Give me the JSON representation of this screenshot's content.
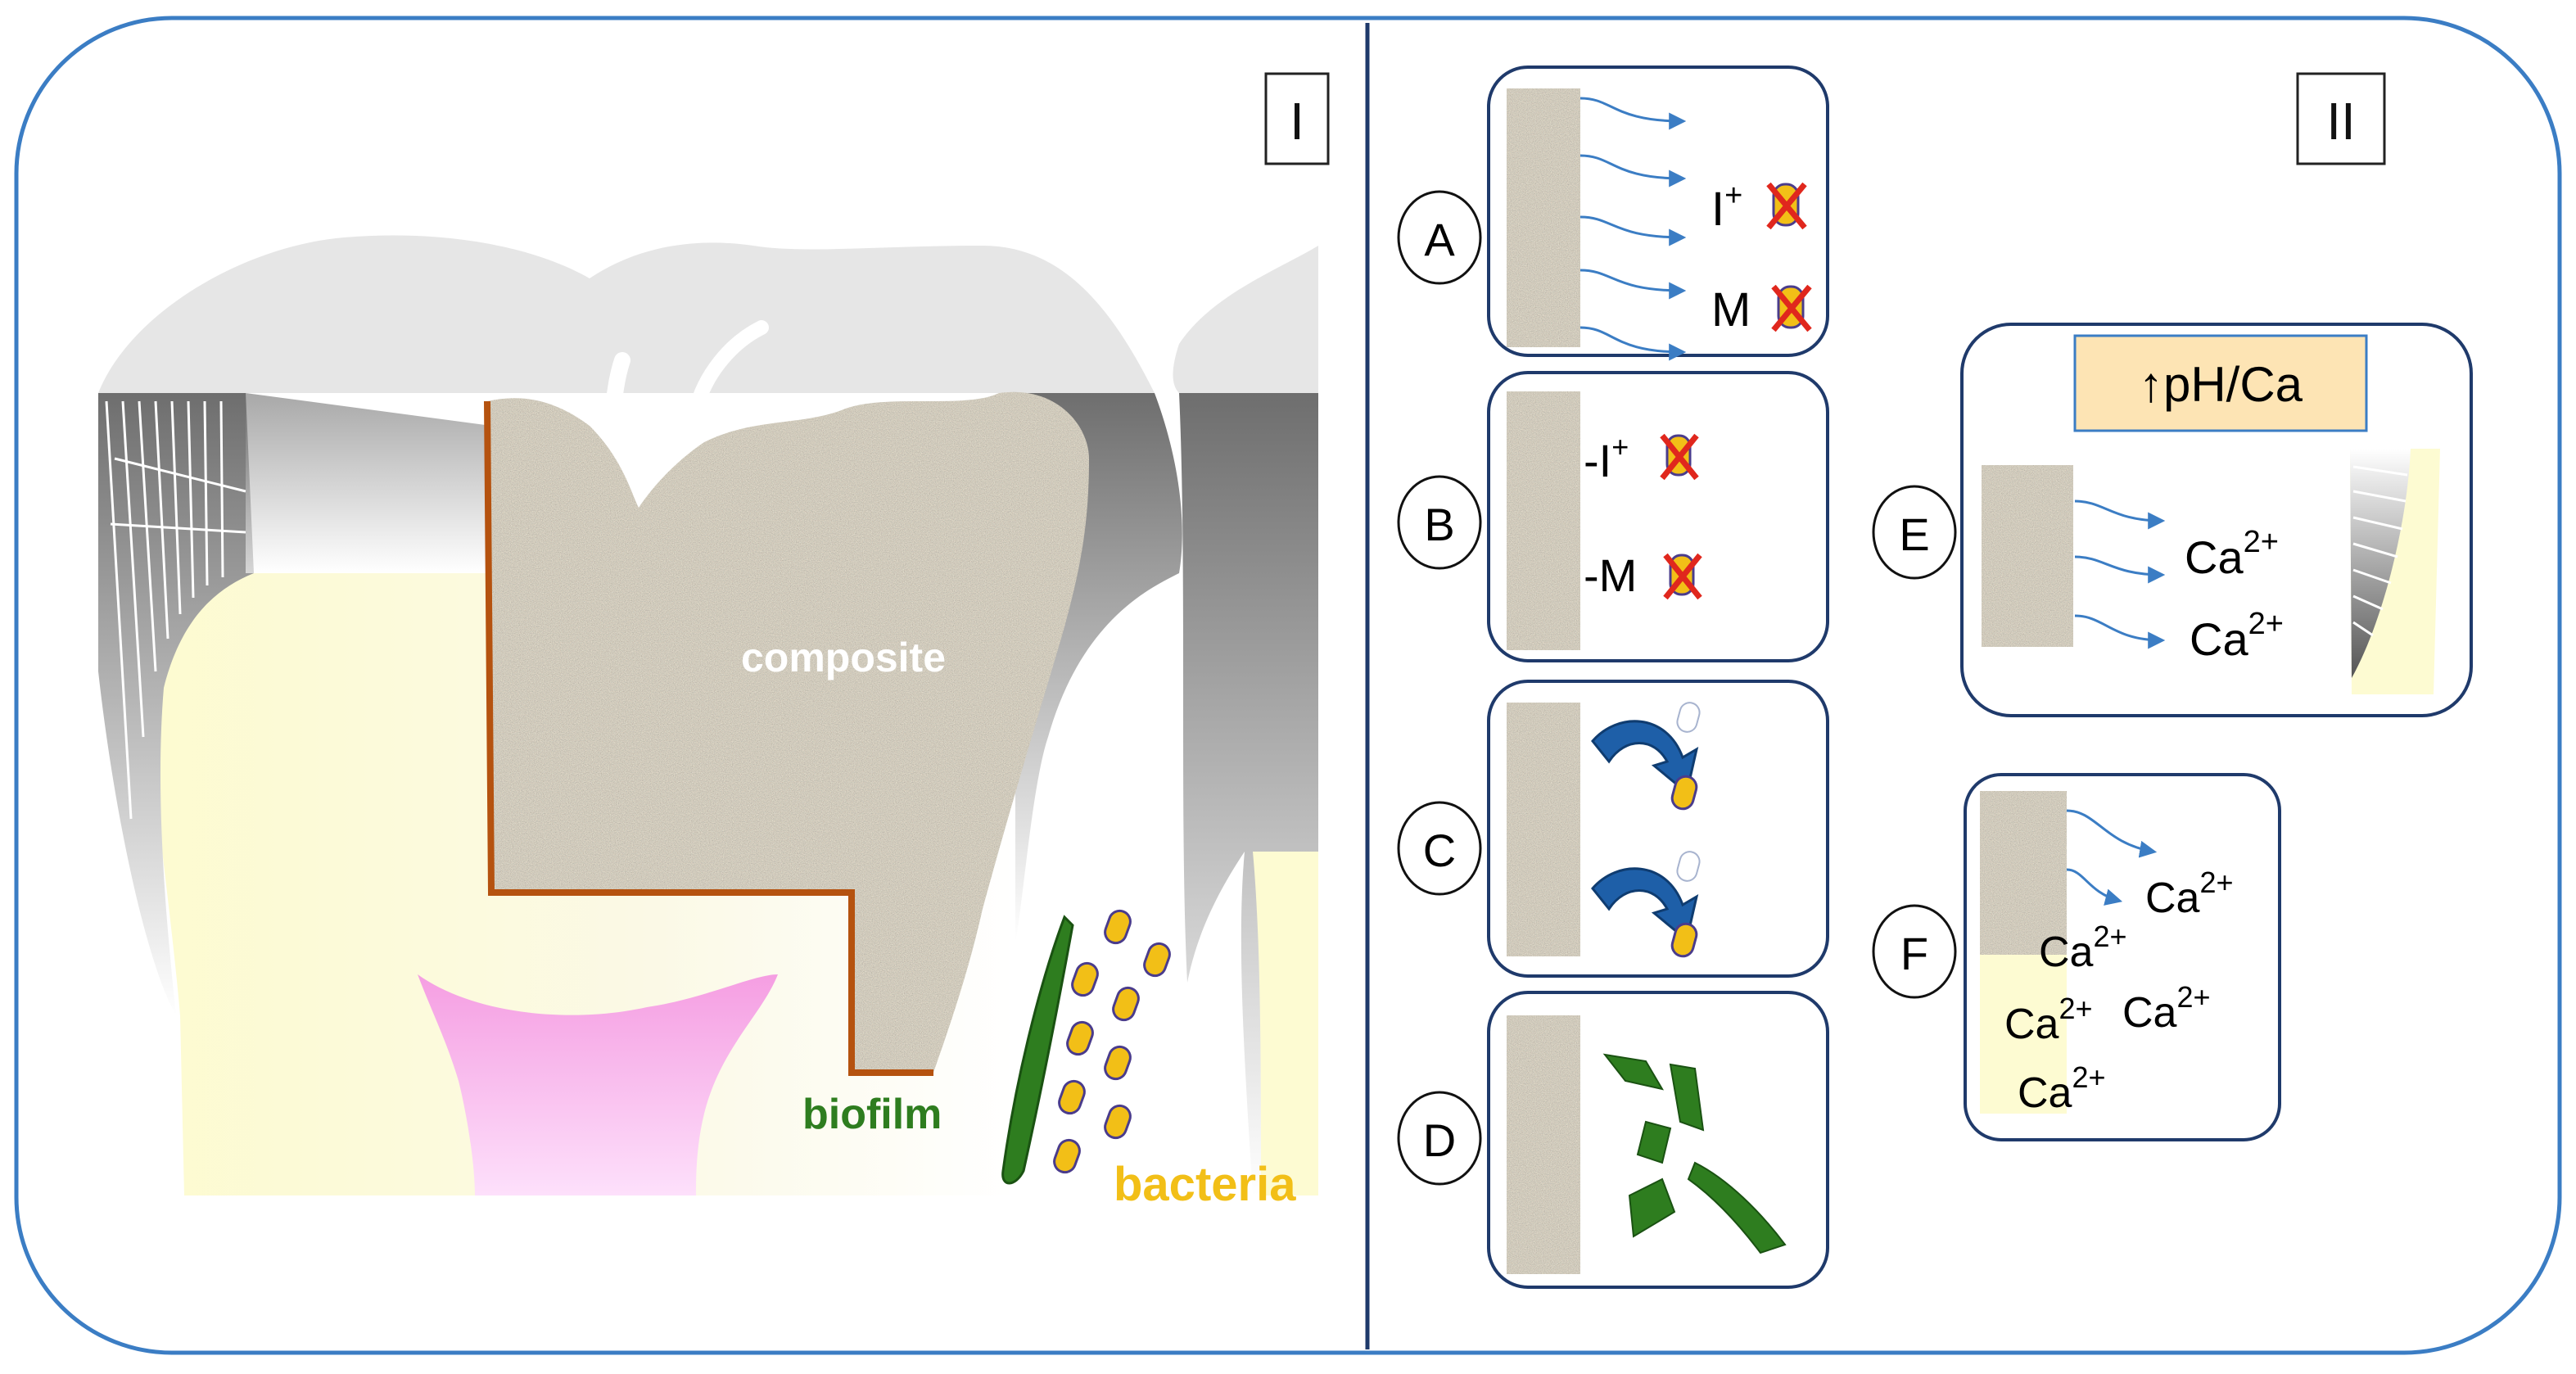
{
  "panel_i": {
    "label": "I"
  },
  "panel_ii": {
    "label": "II"
  },
  "tooth": {
    "composite_label": "composite",
    "biofilm_label": "biofilm",
    "bacteria_label": "bacteria"
  },
  "mechanisms": {
    "a": {
      "letter": "A",
      "ion_label": "I",
      "ion_charge": "+",
      "monomer_label": "M"
    },
    "b": {
      "letter": "B",
      "ion_label": "-I",
      "ion_charge": "+",
      "monomer_label": "-M"
    },
    "c": {
      "letter": "C"
    },
    "d": {
      "letter": "D"
    },
    "e": {
      "letter": "E",
      "ph_label": "↑pH/Ca",
      "ion_1": "Ca",
      "ion_1_charge": "2+",
      "ion_2": "Ca",
      "ion_2_charge": "2+"
    },
    "f": {
      "letter": "F",
      "ions": [
        {
          "base": "Ca",
          "charge": "2+"
        },
        {
          "base": "Ca",
          "charge": "2+"
        },
        {
          "base": "Ca",
          "charge": "2+"
        },
        {
          "base": "Ca",
          "charge": "2+"
        },
        {
          "base": "Ca",
          "charge": "2+"
        }
      ]
    }
  },
  "colors": {
    "frame": "#3b7dc4",
    "divider": "#1f3a6b",
    "enamel": "#e6e6e6",
    "dentin": "#fdfbd2",
    "pulp": "#f6a3e4",
    "composite_outline": "#b5520f",
    "biofilm": "#2e7d1f",
    "bacteria": "#f2bf17",
    "arrow": "#3b7dc4",
    "cross": "#e0271d",
    "ph_box": "#fde4b4"
  }
}
